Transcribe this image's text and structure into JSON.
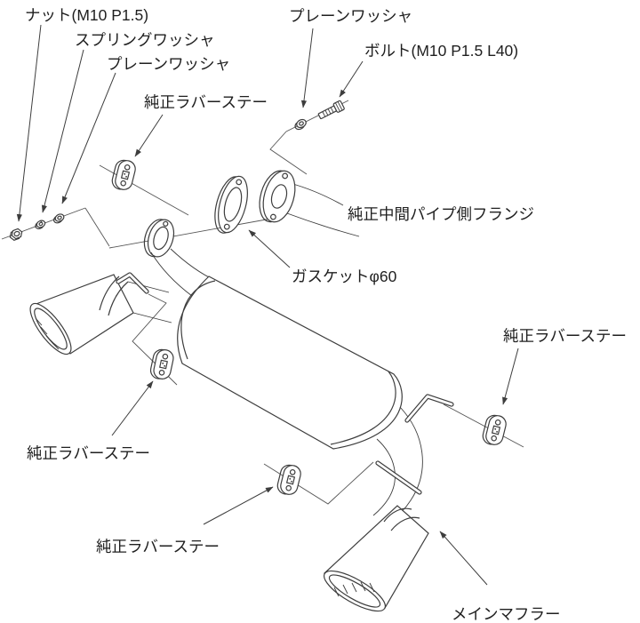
{
  "diagram": {
    "title": "exhaust-muffler-installation-diagram",
    "background": "#ffffff",
    "line_color": "#3d3d3d",
    "text_color": "#1f1f1f"
  },
  "labels": {
    "nut": "ナット(M10 P1.5)",
    "spring_washer": "スプリングワッシャ",
    "plain_washer_left": "プレーンワッシャ",
    "rubber_stay_top": "純正ラバーステー",
    "plain_washer_top": "プレーンワッシャ",
    "bolt": "ボルト(M10 P1.5 L40)",
    "mid_pipe_flange": "純正中間パイプ側フランジ",
    "gasket": "ガスケットφ60",
    "rubber_stay_right": "純正ラバーステー",
    "rubber_stay_left": "純正ラバーステー",
    "rubber_stay_bottom": "純正ラバーステー",
    "main_muffler": "メインマフラー"
  }
}
